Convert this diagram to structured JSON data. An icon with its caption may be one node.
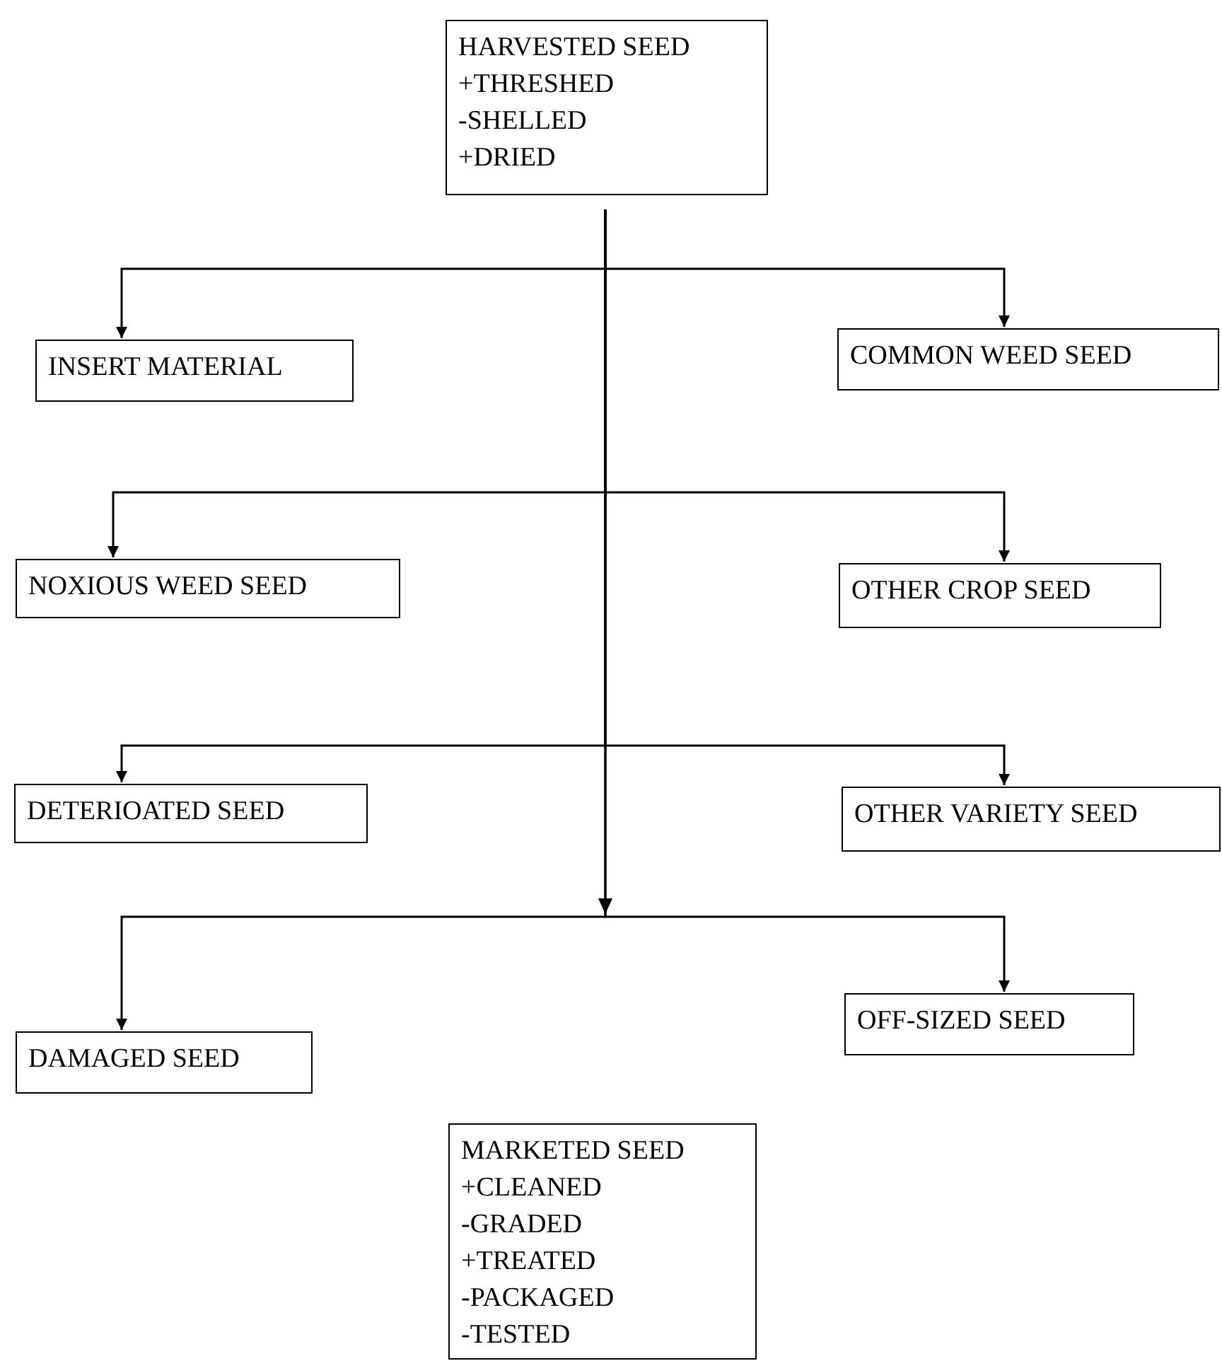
{
  "diagram": {
    "nodes": [
      {
        "text": [
          "HARVESTED SEED",
          "+THRESHED",
          "-SHELLED",
          "+DRIED"
        ]
      },
      {
        "text": [
          "INSERT MATERIAL"
        ]
      },
      {
        "text": [
          "COMMON WEED SEED"
        ]
      },
      {
        "text": [
          "NOXIOUS WEED SEED"
        ]
      },
      {
        "text": [
          "OTHER CROP SEED"
        ]
      },
      {
        "text": [
          "DETERIOATED SEED"
        ]
      },
      {
        "text": [
          "OTHER VARIETY SEED"
        ]
      },
      {
        "text": [
          "DAMAGED SEED"
        ]
      },
      {
        "text": [
          "OFF-SIZED SEED"
        ]
      },
      {
        "text": [
          "MARKETED SEED",
          "+CLEANED",
          "-GRADED",
          "+TREATED",
          "-PACKAGED",
          "-TESTED"
        ]
      }
    ],
    "edges": [
      {
        "from": 0,
        "to": 1,
        "arrow": "to"
      },
      {
        "from": 0,
        "to": 2,
        "arrow": "to"
      },
      {
        "from": 0,
        "to": 3,
        "arrow": "to"
      },
      {
        "from": 0,
        "to": 4,
        "arrow": "to"
      },
      {
        "from": 0,
        "to": 5,
        "arrow": "to"
      },
      {
        "from": 0,
        "to": 6,
        "arrow": "to"
      },
      {
        "from": 0,
        "to": 7,
        "arrow": "to"
      },
      {
        "from": 0,
        "to": 8,
        "arrow": "to"
      }
    ]
  }
}
